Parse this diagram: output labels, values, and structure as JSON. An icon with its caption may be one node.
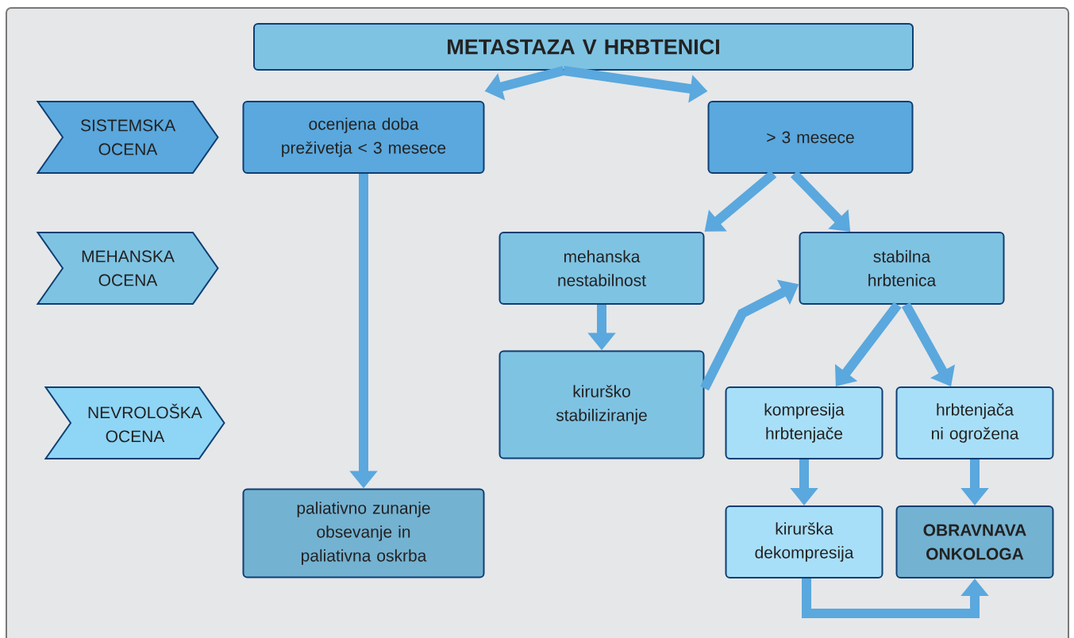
{
  "diagram": {
    "nodes": [
      {
        "text": [
          "METASTAZA V HRBTENICI"
        ]
      },
      {
        "text": [
          "SISTEMSKA OCENA"
        ]
      },
      {
        "text": [
          "MEHANSKA OCENA"
        ]
      },
      {
        "text": [
          "NEVROLOŠKA OCENA"
        ]
      },
      {
        "text": [
          "ocenjena doba preživetja < 3 mesece"
        ]
      },
      {
        "text": [
          "> 3 mesece"
        ]
      },
      {
        "text": [
          "mehanska nestabilnost"
        ]
      },
      {
        "text": [
          "stabilna hrbtenica"
        ]
      },
      {
        "text": [
          "kirurško stabiliziranje"
        ]
      },
      {
        "text": [
          "kompresija hrbtenjače"
        ]
      },
      {
        "text": [
          "hrbtenjača ni ogrožena"
        ]
      },
      {
        "text": [
          "paliativno zunanje obsevanje in paliativna oskrba"
        ]
      },
      {
        "text": [
          "kirurška dekompresija"
        ]
      },
      {
        "text": [
          "OBRAVNAVA ONKOLOGA"
        ]
      }
    ],
    "edges": [
      {
        "from": 0,
        "to": 4,
        "arrow": "to"
      },
      {
        "from": 0,
        "to": 5,
        "arrow": "to"
      },
      {
        "from": 4,
        "to": 11,
        "arrow": "to"
      },
      {
        "from": 5,
        "to": 6,
        "arrow": "to"
      },
      {
        "from": 5,
        "to": 7,
        "arrow": "to"
      },
      {
        "from": 6,
        "to": 8,
        "arrow": "to"
      },
      {
        "from": 8,
        "to": 7,
        "arrow": "to"
      },
      {
        "from": 7,
        "to": 9,
        "arrow": "to"
      },
      {
        "from": 7,
        "to": 10,
        "arrow": "to"
      },
      {
        "from": 9,
        "to": 12,
        "arrow": "to"
      },
      {
        "from": 10,
        "to": 13,
        "arrow": "to"
      },
      {
        "from": 12,
        "to": 13,
        "arrow": "to"
      }
    ]
  }
}
